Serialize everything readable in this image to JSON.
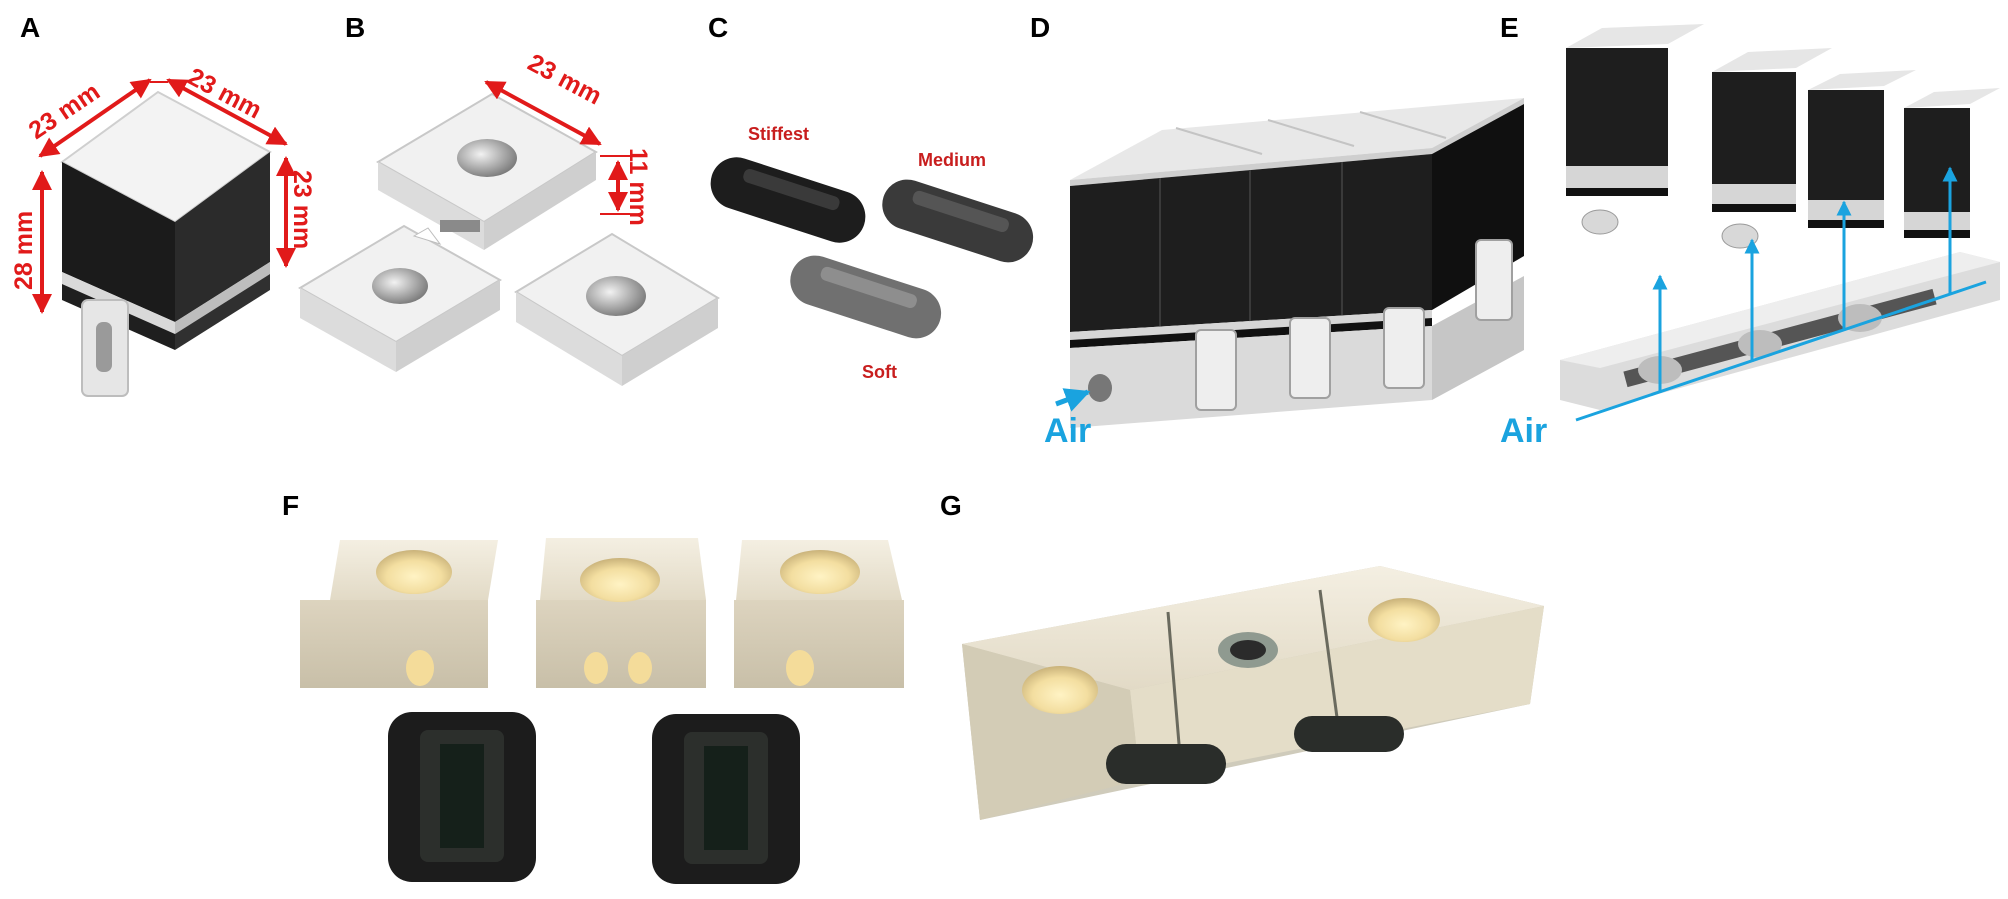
{
  "panels": [
    "A",
    "B",
    "C",
    "D",
    "E",
    "F",
    "G"
  ],
  "panel_A": {
    "dim_top_left": "23 mm",
    "dim_top_right": "23 mm",
    "dim_side": "23 mm",
    "dim_height": "28 mm"
  },
  "panel_B": {
    "dim_width": "23 mm",
    "dim_height": "11 mm"
  },
  "panel_C": {
    "stiffest": "Stiffest",
    "medium": "Medium",
    "soft": "Soft"
  },
  "panel_D": {
    "air_label": "Air"
  },
  "panel_E": {
    "air_label": "Air"
  },
  "colors": {
    "dimension_red": "#e11a1a",
    "air_blue": "#1aa3df",
    "rubber_black": "#1e1e1e",
    "plastic_white": "#ececec"
  }
}
